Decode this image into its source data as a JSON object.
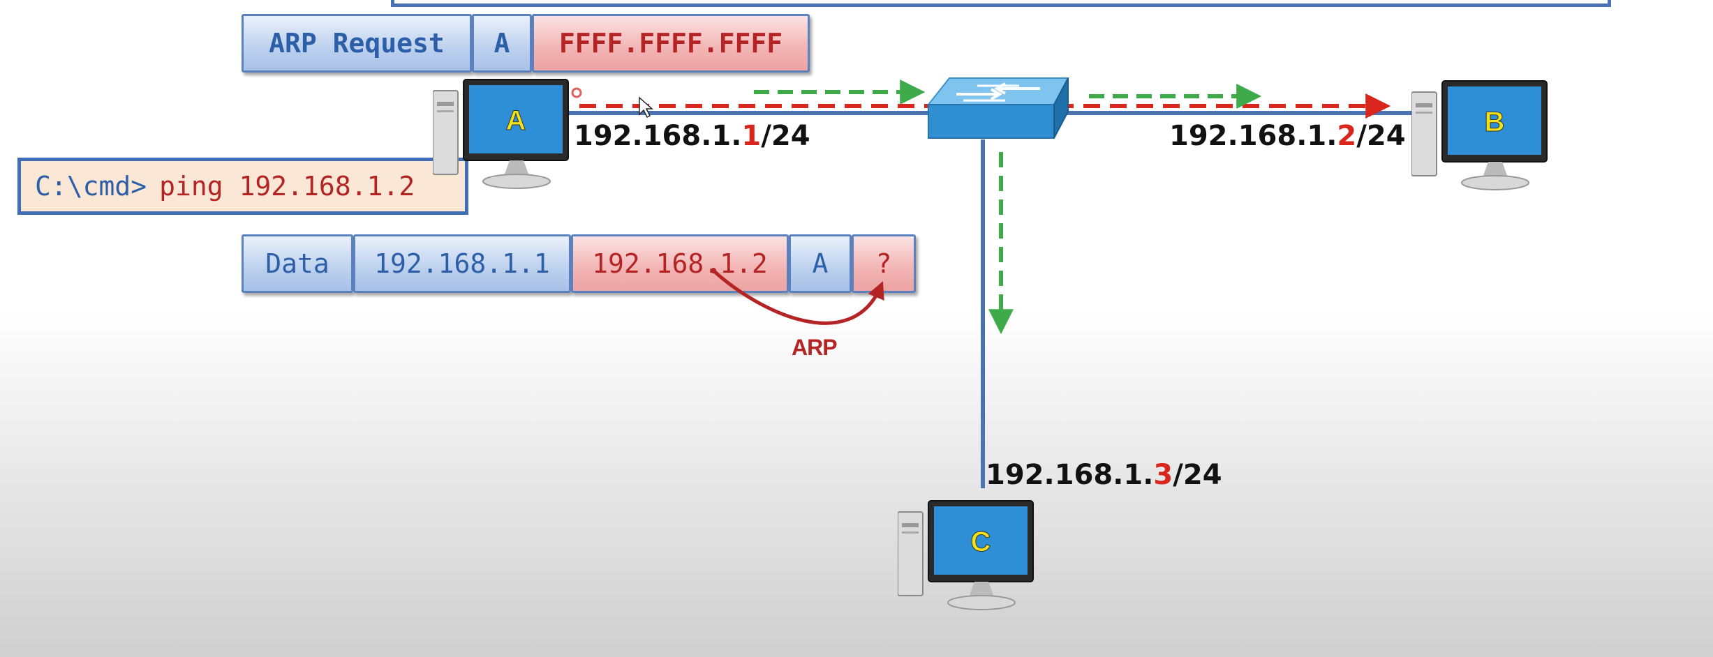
{
  "arp_request": {
    "label": "ARP Request",
    "src": "A",
    "dst_mac": "FFFF.FFFF.FFFF"
  },
  "command": {
    "prompt": "C:\\cmd>",
    "text": "ping 192.168.1.2"
  },
  "frame": {
    "data": "Data",
    "src_ip": "192.168.1.1",
    "dst_ip": "192.168.1.2",
    "src_mac": "A",
    "dst_mac": "?"
  },
  "arp_arrow_label": "ARP",
  "hosts": {
    "a": {
      "letter": "A",
      "ip_prefix": "192.168.1.",
      "ip_host": "1",
      "ip_suffix": "/24"
    },
    "b": {
      "letter": "B",
      "ip_prefix": "192.168.1.",
      "ip_host": "2",
      "ip_suffix": "/24"
    },
    "c": {
      "letter": "C",
      "ip_prefix": "192.168.1.",
      "ip_host": "3",
      "ip_suffix": "/24"
    }
  },
  "colors": {
    "wire": "#4a72b5",
    "arp_broadcast": "#d8261d",
    "flood": "#3faa4a",
    "highlight": "#d8261d"
  }
}
